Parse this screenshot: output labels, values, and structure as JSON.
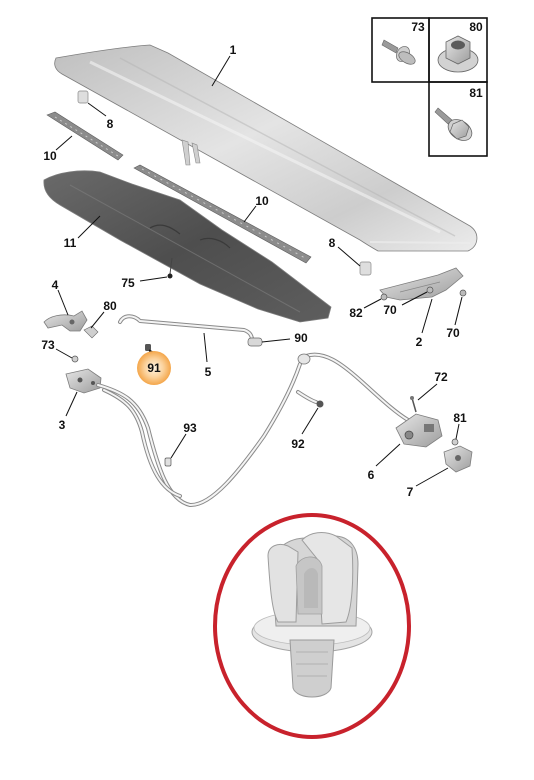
{
  "inset": {
    "box_73": "73",
    "box_80": "80",
    "box_81": "81"
  },
  "callouts": {
    "hood": "1",
    "bump_upper": "8",
    "seal_left": "10",
    "seal_mid": "10",
    "insulation": "11",
    "bump_lower": "8",
    "clip_75": "75",
    "bracket_4": "4",
    "nut_80": "80",
    "bolt_82": "82",
    "bolt_70a": "70",
    "bolt_70b": "70",
    "hinge_2": "2",
    "part_90": "90",
    "screw_73": "73",
    "clip_91": "91",
    "cable_5": "5",
    "part_72": "72",
    "latch_3": "3",
    "part_93": "93",
    "screw_81": "81",
    "part_92": "92",
    "latch_6": "6",
    "part_7": "7"
  },
  "colors": {
    "highlight": "#f4a64a",
    "oval": "#c8222c"
  }
}
